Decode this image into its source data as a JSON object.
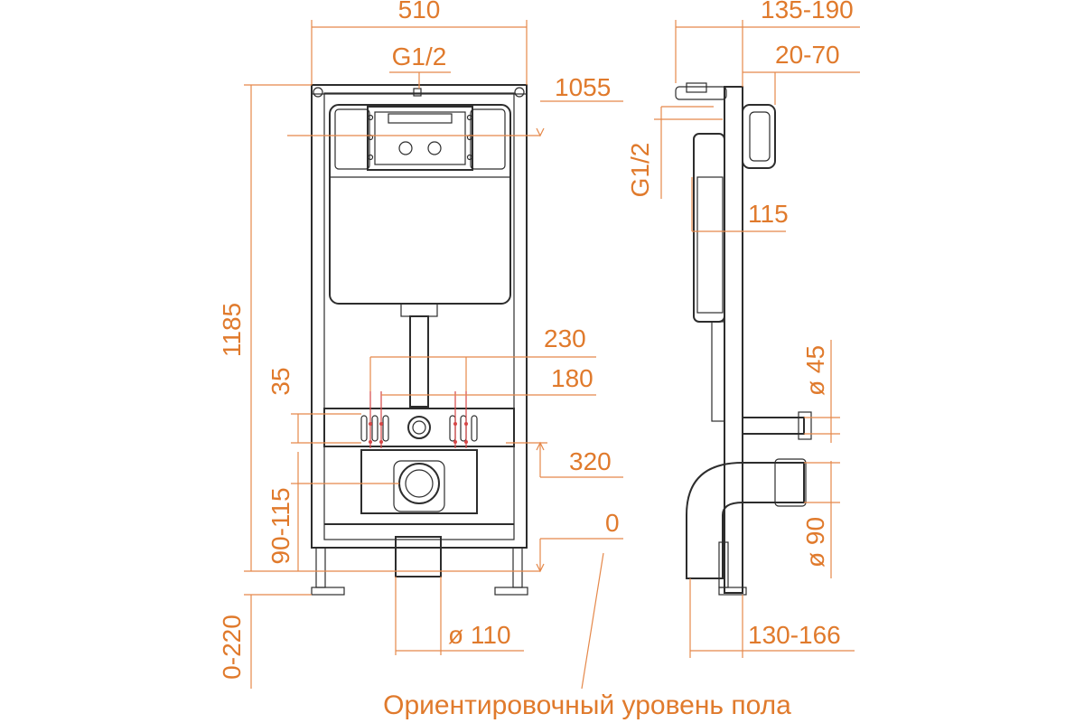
{
  "labels": {
    "width": "510",
    "supply": "G1/2",
    "cistern_level": "1055",
    "height": "1185",
    "spacing_outer": "230",
    "spacing_inner": "180",
    "offset_35": "35",
    "level_320": "320",
    "drain_range": "90-115",
    "floor_zero": "0",
    "leg_range": "0-220",
    "drain_diameter": "ø 110",
    "depth_range": "135-190",
    "button_range": "20-70",
    "supply_side": "G1/2",
    "depth_115": "115",
    "inlet_diameter": "ø 45",
    "outlet_diameter": "ø 90",
    "frame_depth": "130-166"
  },
  "caption": "Ориентировочный уровень пола",
  "colors": {
    "dimension": "#e07a2c",
    "lines": "#2d2d2d",
    "markers": "#d64646"
  }
}
